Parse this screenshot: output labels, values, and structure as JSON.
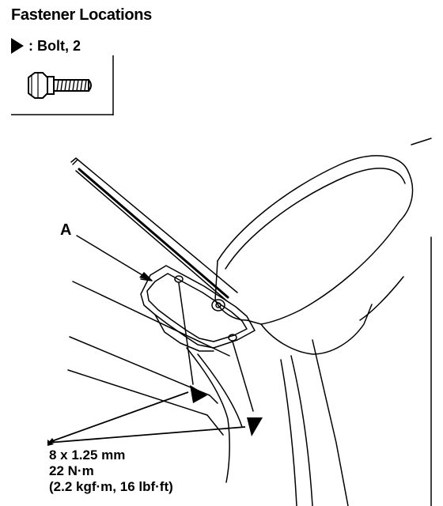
{
  "title": "Fastener Locations",
  "legend": {
    "symbol": "triangle-arrow-icon",
    "text": ": Bolt, 2"
  },
  "labels": {
    "part_a": "A"
  },
  "spec": {
    "line1": "8 x 1.25 mm",
    "line2": "22 N·m",
    "line3": "(2.2 kgf·m, 16 lbf·ft)"
  }
}
